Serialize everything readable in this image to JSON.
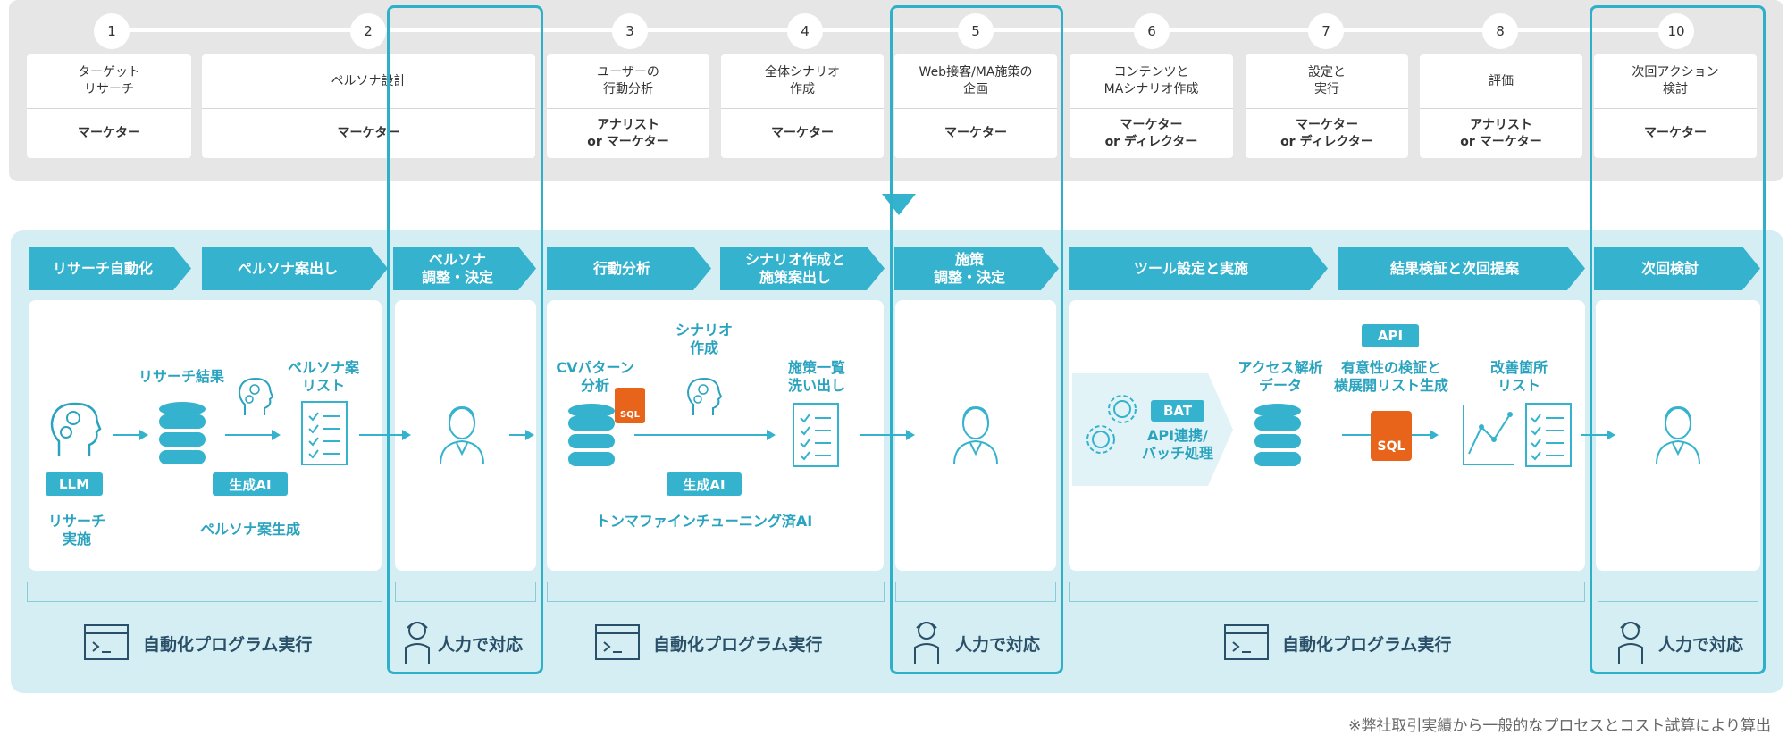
{
  "steps": [
    {
      "num": "1",
      "task": "ターゲット\nリサーチ",
      "role": "マーケター"
    },
    {
      "num": "2",
      "task": "ペルソナ設計",
      "role": "マーケター"
    },
    {
      "num": "3",
      "task": "ユーザーの\n行動分析",
      "role": "アナリスト\nor マーケター"
    },
    {
      "num": "4",
      "task": "全体シナリオ\n作成",
      "role": "マーケター"
    },
    {
      "num": "5",
      "task": "Web接客/MA施策の\n企画",
      "role": "マーケター"
    },
    {
      "num": "6",
      "task": "コンテンツと\nMAシナリオ作成",
      "role": "マーケター\nor ディレクター"
    },
    {
      "num": "7",
      "task": "設定と\n実行",
      "role": "マーケター\nor ディレクター"
    },
    {
      "num": "8",
      "task": "評価",
      "role": "アナリスト\nor マーケター"
    },
    {
      "num": "10",
      "task": "次回アクション\n検討",
      "role": "マーケター"
    }
  ],
  "phases": [
    "リサーチ自動化",
    "ペルソナ案出し",
    "ペルソナ\n調整・決定",
    "行動分析",
    "シナリオ作成と\n施策案出し",
    "施策\n調整・決定",
    "ツール設定と実施",
    "結果検証と次回提案",
    "次回検討"
  ],
  "labels": {
    "research_result": "リサーチ結果",
    "persona_list": "ペルソナ案\nリスト",
    "llm": "LLM",
    "research_do": "リサーチ\n実施",
    "genai_1": "生成AI",
    "persona_gen": "ペルソナ案生成",
    "cv_pattern": "CVパターン\n分析",
    "scenario_make": "シナリオ\n作成",
    "measures_list": "施策一覧\n洗い出し",
    "genai_2": "生成AI",
    "finetuned": "トンマファインチューニング済AI",
    "bat": "BAT",
    "api_batch": "API連携/\nバッチ処理",
    "access_data": "アクセス解析\nデータ",
    "api": "API",
    "significance": "有意性の検証と\n横展開リスト生成",
    "improve_list": "改善箇所\nリスト",
    "sql": "SQL"
  },
  "exec": {
    "auto": "自動化プログラム実行",
    "manual": "人力で対応"
  },
  "footnote": "※弊社取引実績から一般的なプロセスとコスト試算により算出",
  "colors": {
    "accent": "#35b3ce",
    "highlight": "#2db0c8",
    "band": "#d5eef3",
    "sql": "#e8641b"
  }
}
